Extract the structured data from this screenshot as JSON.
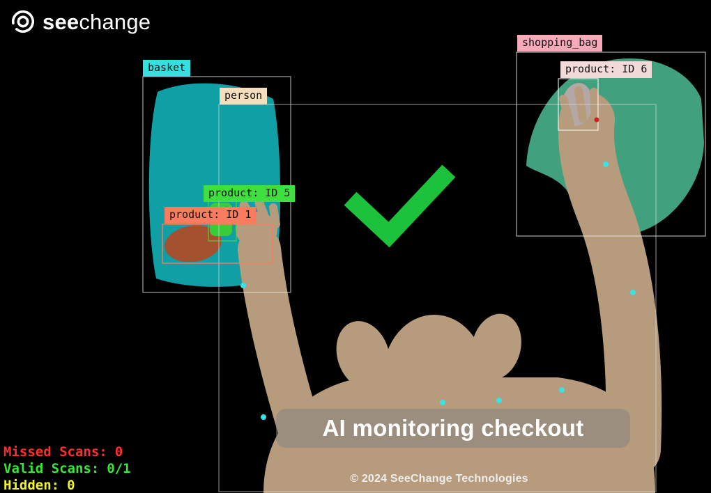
{
  "brand": {
    "name_bold": "see",
    "name_regular": "change",
    "logo_icon": "concentric-rings-icon"
  },
  "detections": {
    "basket": {
      "label": "basket",
      "color": "#35dfe0",
      "mask_color": "#119fa6"
    },
    "person": {
      "label": "person",
      "color": "#f5debb",
      "mask_color": "#b79b7d"
    },
    "product5": {
      "label": "product: ID 5",
      "color": "#3fdf3f",
      "mask_color": "#38cc38"
    },
    "product1": {
      "label": "product: ID 1",
      "color": "#f87c5d",
      "mask_color": "#a55130"
    },
    "shopping_bag": {
      "label": "shopping_bag",
      "color": "#f6a9b9",
      "mask_color": "#41a07e"
    },
    "product6": {
      "label": "product: ID 6",
      "color": "#f2dada",
      "mask_color": "#b3a8a6"
    }
  },
  "scan_status": [
    {
      "label": "Missed Scans:",
      "value": "0",
      "color": "#ff2e2e"
    },
    {
      "label": "Valid Scans:",
      "value": "0/1",
      "color": "#35e835"
    },
    {
      "label": "Hidden:",
      "value": "0",
      "color": "#f3f32c"
    }
  ],
  "indicator": {
    "type": "valid-scan-checkmark",
    "color": "#1dc23c"
  },
  "caption": "AI monitoring checkout",
  "copyright": "© 2024 SeeChange Technologies",
  "keypoint_color": "#3ae2e2"
}
